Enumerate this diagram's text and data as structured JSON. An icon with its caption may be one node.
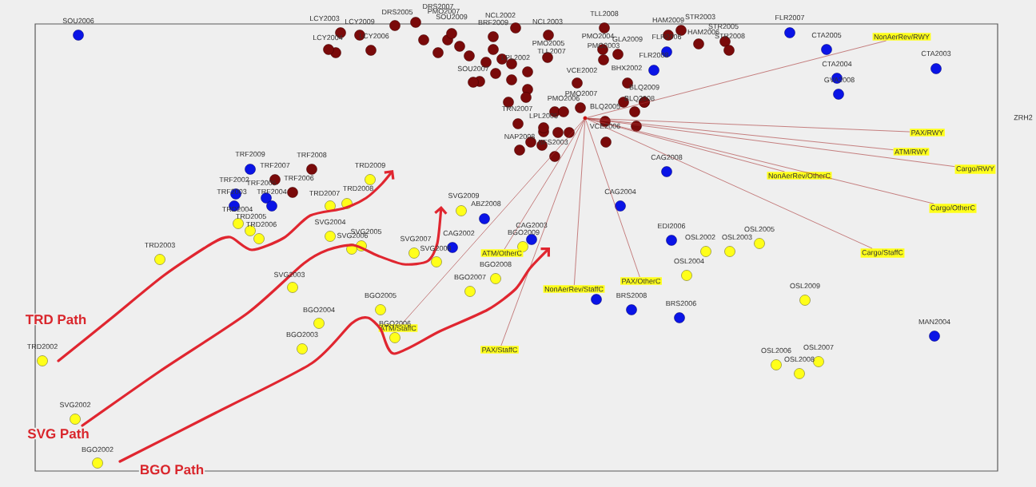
{
  "diagram": {
    "nodes": [
      {
        "text": [
          "NonAerRev/RWY"
        ]
      },
      {
        "text": [
          "PAX/RWY"
        ]
      },
      {
        "text": [
          "ATM/RWY"
        ]
      },
      {
        "text": [
          "Cargo/RWY"
        ]
      },
      {
        "text": [
          "NonAerRev/OtherC"
        ]
      },
      {
        "text": [
          "Cargo/OtherC"
        ]
      },
      {
        "text": [
          "Cargo/StaffC"
        ]
      },
      {
        "text": [
          "ATM/OtherC"
        ]
      },
      {
        "text": [
          "PAX/OtherC"
        ]
      },
      {
        "text": [
          "NonAerRev/StaffC"
        ]
      },
      {
        "text": [
          "ATM/StaffC"
        ]
      },
      {
        "text": [
          "PAX/StaffC"
        ]
      },
      {
        "text": [],
        "shape": "circle"
      }
    ],
    "edges": [
      {
        "from": 12,
        "to": 0,
        "arrow": "none"
      },
      {
        "from": 12,
        "to": 1,
        "arrow": "none"
      },
      {
        "from": 12,
        "to": 2,
        "arrow": "none"
      },
      {
        "from": 12,
        "to": 3,
        "arrow": "none"
      },
      {
        "from": 12,
        "to": 4,
        "arrow": "none"
      },
      {
        "from": 12,
        "to": 5,
        "arrow": "none"
      },
      {
        "from": 12,
        "to": 6,
        "arrow": "none"
      },
      {
        "from": 12,
        "to": 7,
        "arrow": "none"
      },
      {
        "from": 12,
        "to": 8,
        "arrow": "none"
      },
      {
        "from": 12,
        "to": 9,
        "arrow": "none"
      },
      {
        "from": 12,
        "to": 10,
        "arrow": "none"
      },
      {
        "from": 12,
        "to": 11,
        "arrow": "none"
      }
    ],
    "labels": [
      "DRS2007",
      "PMO2007",
      "DRS2005",
      "SOU2009",
      "BRF2009",
      "NCL2002",
      "TLL2008",
      "LCY2003",
      "LCY2009",
      "HAM2009",
      "STR2003",
      "NCL2003",
      "FLR2007",
      "SOU2006",
      "STR2005",
      "CTA2005",
      "LCY2004",
      "LCY2006",
      "PMO2004",
      "GLA2009",
      "HAM2006",
      "FLR2006",
      "STR2008",
      "LPL2002",
      "PMO2005",
      "PMO2003",
      "TLL2007",
      "CTA2003",
      "FLR2008",
      "SOU2007",
      "CTA2004",
      "BHX2002",
      "VCE2002",
      "GVA2008",
      "BLQ2009",
      "PMO2007",
      "PMO2006",
      "BLQ2008",
      "BLQ2005",
      "TRN2007",
      "LPL2005",
      "VCE2006",
      "NAP2008",
      "BFS2003",
      "ZRH2",
      "TRF2008",
      "TRF2009",
      "CAG2008",
      "TRF2007",
      "TRD2009",
      "TRF2006",
      "TRF2002",
      "TRF2005",
      "TRF2003",
      "TRF2004",
      "TRD2007",
      "TRD2008",
      "CAG2004",
      "SVG2009",
      "ABZ2008",
      "TRD2004",
      "TRD2005",
      "TRD2006",
      "SVG2004",
      "CAG2003",
      "EDI2006",
      "OSL2005",
      "BGO2009",
      "CAG2002",
      "SVG2005",
      "SVG2006",
      "OSL2002",
      "OSL2003",
      "SVG2007",
      "TRD2003",
      "SVG2008",
      "OSL2004",
      "BGO2008",
      "SVG2003",
      "BGO2007",
      "OSL2009",
      "BRS2008",
      "BGO2005",
      "BRS2006",
      "BGO2004",
      "MAN2004",
      "BGO2006",
      "BGO2003",
      "TRD2002",
      "OSL2007",
      "OSL2006",
      "OSL2008",
      "SVG2002",
      "BGO2002",
      "TRD Path",
      "SVG Path",
      "BGO Path"
    ]
  }
}
